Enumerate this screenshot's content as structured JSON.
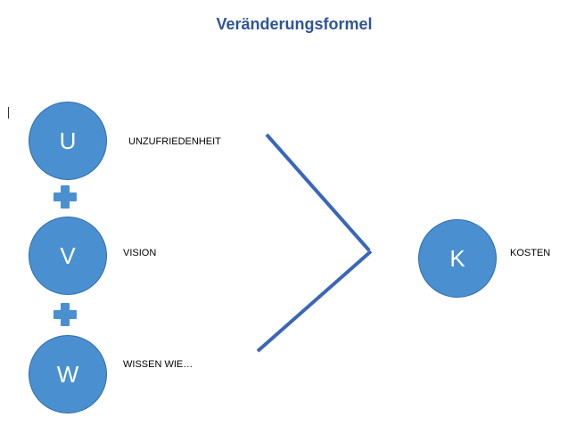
{
  "title": "Veränderungsformel",
  "nodes": {
    "u": {
      "letter": "U",
      "label": "UNZUFRIEDENHEIT"
    },
    "v": {
      "letter": "V",
      "label": "VISION"
    },
    "w": {
      "letter": "W",
      "label": "WISSEN WIE…"
    },
    "k": {
      "letter": "K",
      "label": "KOSTEN"
    }
  },
  "colors": {
    "title": "#2f5597",
    "node_fill": "#4a90d0",
    "node_border": "#2f6cab",
    "comparison_sign": "#3a67b8"
  },
  "icons": [
    "plus-icon",
    "greater-than-sign"
  ]
}
